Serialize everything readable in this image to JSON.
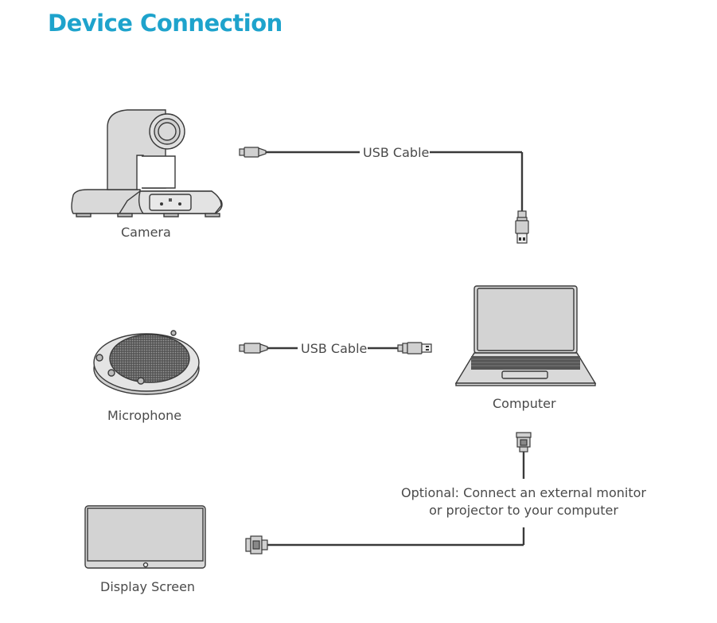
{
  "title": "Device Connection",
  "devices": {
    "camera": "Camera",
    "microphone": "Microphone",
    "computer": "Computer",
    "display": "Display Screen"
  },
  "cables": {
    "camera_cable": "USB Cable",
    "microphone_cable": "USB Cable"
  },
  "note": {
    "line1": "Optional: Connect an external monitor",
    "line2": "or projector to your computer"
  },
  "colors": {
    "title": "#1ea3cc",
    "text": "#4a4a4a",
    "device_fill": "#d9d9d9",
    "outline": "#3a3a3a"
  }
}
